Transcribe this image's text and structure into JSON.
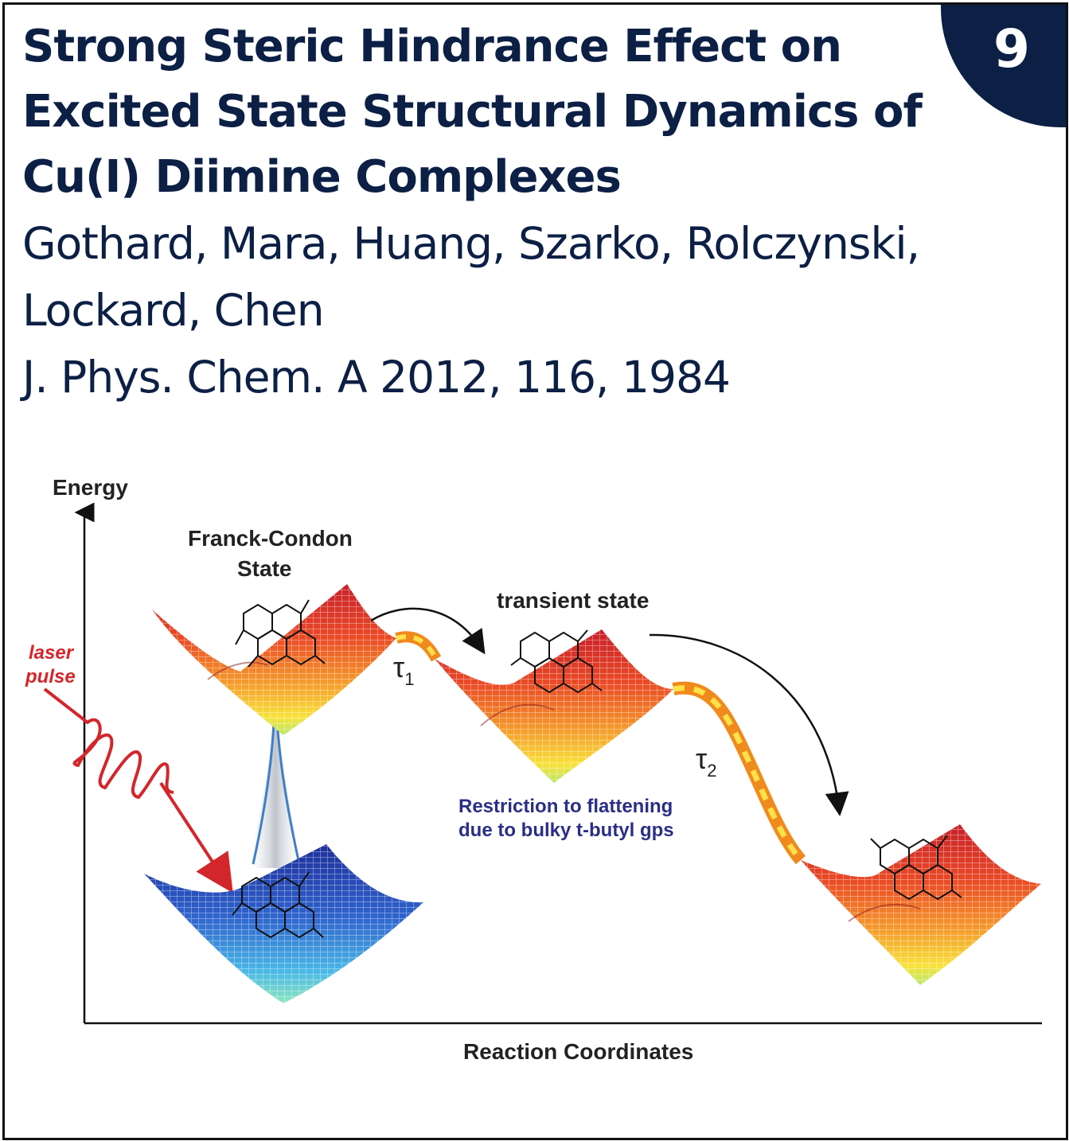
{
  "badge": {
    "number": "9",
    "color": "#0c1f45"
  },
  "paper": {
    "title": "Strong Steric Hindrance Effect on Excited State Structural Dynamics of Cu(I) Diimine Complexes",
    "authors": "Gothard, Mara, Huang, Szarko, Rolczynski, Lockard, Chen",
    "citation": "J. Phys. Chem. A 2012, 116, 1984"
  },
  "figure": {
    "y_axis_label": "Energy",
    "x_axis_label": "Reaction Coordinates",
    "fc_label_line1": "Franck-Condon",
    "fc_label_line2": "State",
    "transient_label": "transient state",
    "laser_line1": "laser",
    "laser_line2": "pulse",
    "tau1_symbol": "τ",
    "tau1_sub": "1",
    "tau2_symbol": "τ",
    "tau2_sub": "2",
    "note_line1": "Restriction to flattening",
    "note_line2": "due to bulky t-butyl gps",
    "colors": {
      "text_navy": "#0c1f45",
      "laser_red": "#d3262b",
      "note_blue": "#2a2f86",
      "surface_excited": "#e8472a",
      "surface_ground": "#2f55c4",
      "path_orange": "#f08a1c",
      "path_yellow": "#ffe14a"
    }
  }
}
